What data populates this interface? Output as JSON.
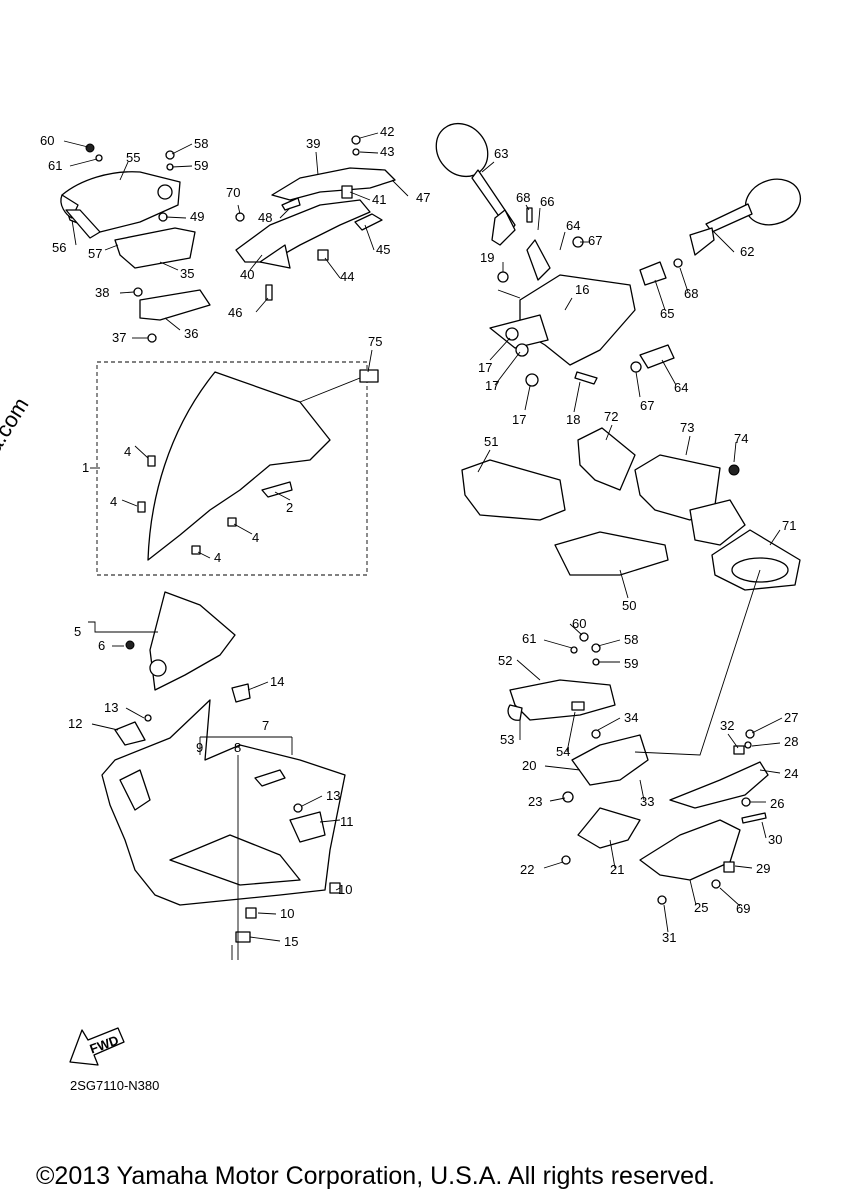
{
  "watermark": "© Partzilla.com",
  "drawing_code": "2SG7110-N380",
  "copyright": "©2013 Yamaha Motor Corporation, U.S.A. All rights reserved.",
  "fwd_label": "FWD",
  "part_numbers": [
    "1",
    "2",
    "4",
    "4",
    "4",
    "4",
    "5",
    "6",
    "7",
    "8",
    "9",
    "10",
    "10",
    "11",
    "12",
    "13",
    "13",
    "14",
    "15",
    "16",
    "17",
    "17",
    "17",
    "18",
    "19",
    "20",
    "21",
    "22",
    "23",
    "24",
    "25",
    "26",
    "27",
    "28",
    "29",
    "30",
    "31",
    "32",
    "33",
    "34",
    "35",
    "36",
    "37",
    "38",
    "39",
    "40",
    "41",
    "42",
    "43",
    "44",
    "45",
    "46",
    "47",
    "48",
    "49",
    "50",
    "51",
    "52",
    "53",
    "54",
    "55",
    "56",
    "57",
    "58",
    "59",
    "60",
    "60",
    "61",
    "61",
    "58",
    "59",
    "62",
    "63",
    "64",
    "64",
    "65",
    "66",
    "67",
    "67",
    "68",
    "68",
    "69",
    "70",
    "71",
    "72",
    "73",
    "74",
    "75"
  ]
}
